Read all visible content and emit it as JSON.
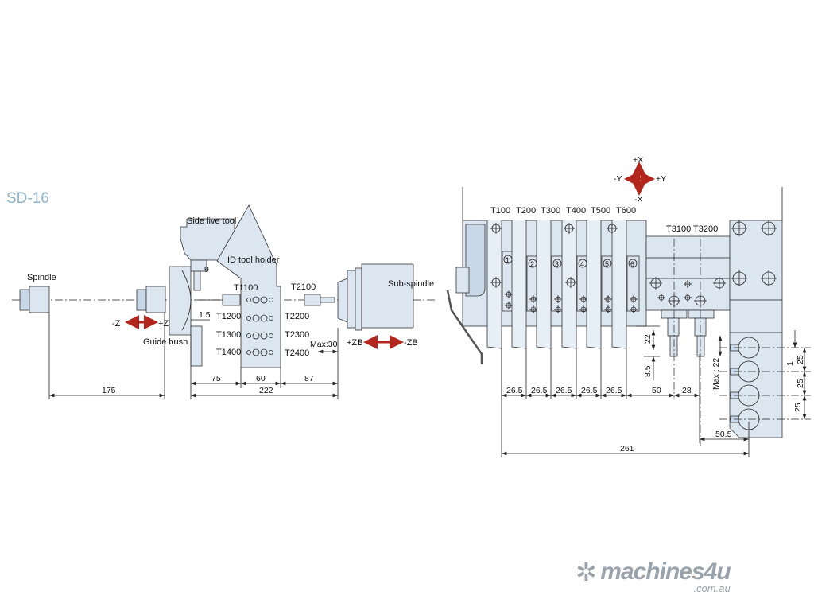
{
  "title": "SD-16",
  "colors": {
    "title": "#8fb4cc",
    "arrow": "#b3261e",
    "body": "#dbe6f1",
    "logo": "#9aa3ab"
  },
  "left": {
    "labels": {
      "spindle": "Spindle",
      "side_live_tool": "Side live tool",
      "id_tool_holder": "ID tool holder",
      "guide_bush": "Guide bush",
      "sub_spindle": "Sub-spindle",
      "max30": "Max:30"
    },
    "axes": {
      "minus_z": "-Z",
      "plus_z": "+Z",
      "plus_zb": "+ZB",
      "minus_zb": "-ZB"
    },
    "tools_left": [
      "T1100",
      "T1200",
      "T1300",
      "T1400"
    ],
    "tools_right": [
      "T2100",
      "T2200",
      "T2300",
      "T2400"
    ],
    "dims": {
      "d9": "9",
      "d1_5": "1.5",
      "d175": "175",
      "d75": "75",
      "d60": "60",
      "d87": "87",
      "d222": "222"
    }
  },
  "right": {
    "axes": {
      "plus_x": "+X",
      "minus_x": "-X",
      "minus_y": "-Y",
      "plus_y": "+Y"
    },
    "gang_tools": [
      "T100",
      "T200",
      "T300",
      "T400",
      "T500",
      "T600"
    ],
    "positions": [
      "1",
      "2",
      "3",
      "4",
      "5",
      "6"
    ],
    "cross_tools": "T3100 T3200",
    "dims": {
      "pitch": [
        "26.5",
        "26.5",
        "26.5",
        "26.5",
        "26.5"
      ],
      "d50": "50",
      "d28": "28",
      "d22": "22",
      "d8_5": "8.5",
      "max22": "Max : 22",
      "d1": "1",
      "d25": [
        "25",
        "25",
        "25"
      ],
      "d50_5": "50.5",
      "d261": "261"
    }
  },
  "logo": {
    "name": "machines4u",
    "domain": ".com.au"
  }
}
